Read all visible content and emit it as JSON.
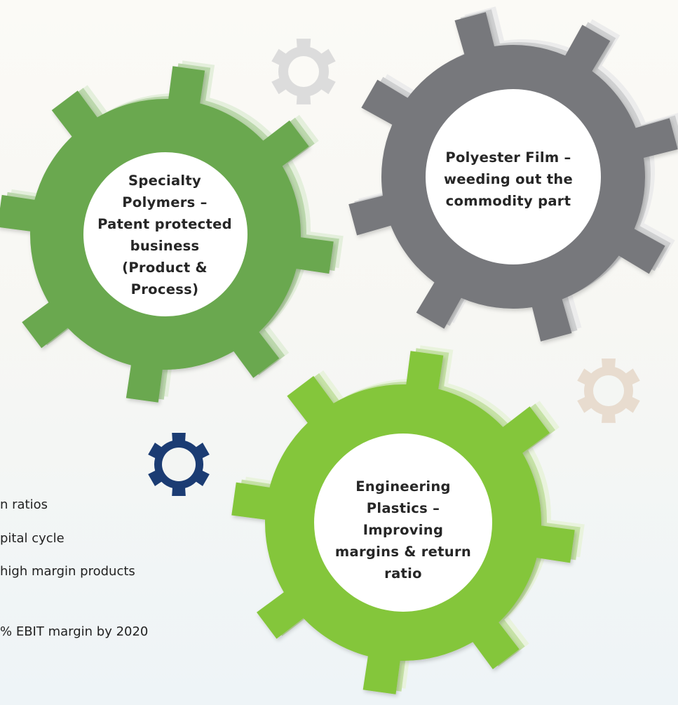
{
  "gears": [
    {
      "id": "specialty-polymers",
      "color": "#6aa84f",
      "label": "Specialty Polymers – Patent protected business (Product & Process)",
      "lines": [
        "Specialty",
        "Polymers –",
        "Patent protected",
        "business",
        "(Product &",
        "Process)"
      ]
    },
    {
      "id": "polyester-film",
      "color": "#77787b",
      "label": "Polyester Film – weeding out the commodity part",
      "lines": [
        "Polyester Film –",
        "weeding out the",
        "commodity part"
      ]
    },
    {
      "id": "engineering-plastics",
      "color": "#84c63a",
      "label": "Engineering Plastics – Improving margins & return ratio",
      "lines": [
        "Engineering",
        "Plastics –",
        "Improving",
        "margins & return",
        "ratio"
      ]
    }
  ],
  "decorative_gears": [
    {
      "id": "small-gray-gear",
      "color": "#dcdcdc"
    },
    {
      "id": "small-beige-gear",
      "color": "#e8dccf"
    },
    {
      "id": "small-navy-gear",
      "color": "#1b3c73"
    }
  ],
  "bullets": [
    {
      "text": "n ratios"
    },
    {
      "text": "pital cycle"
    },
    {
      "text": "high margin products"
    },
    {
      "text": "% EBIT margin by 2020"
    }
  ]
}
